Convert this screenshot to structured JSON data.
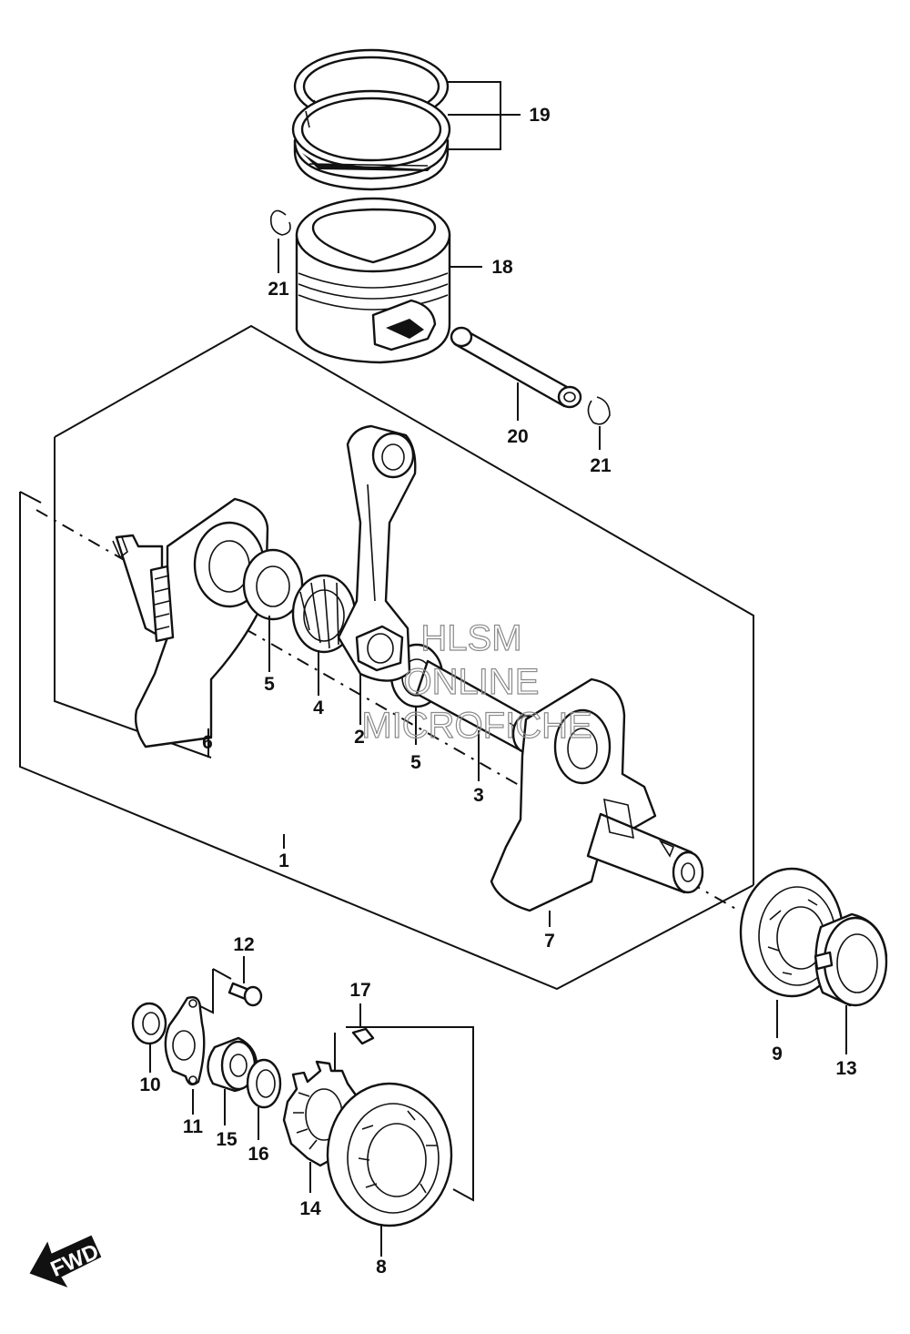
{
  "diagram": {
    "callouts": {
      "c1": "1",
      "c2": "2",
      "c3": "3",
      "c4": "4",
      "c5a": "5",
      "c5b": "5",
      "c6": "6",
      "c7": "7",
      "c8": "8",
      "c9": "9",
      "c10": "10",
      "c11": "11",
      "c12": "12",
      "c13": "13",
      "c14": "14",
      "c15": "15",
      "c16": "16",
      "c17": "17",
      "c18": "18",
      "c19": "19",
      "c20": "20",
      "c21a": "21",
      "c21b": "21"
    },
    "watermark": [
      "HLSM",
      "ONLINE",
      "MICROFICHE"
    ],
    "direction_arrow": "FWD",
    "line_color": "#111111",
    "background_color": "#ffffff"
  }
}
